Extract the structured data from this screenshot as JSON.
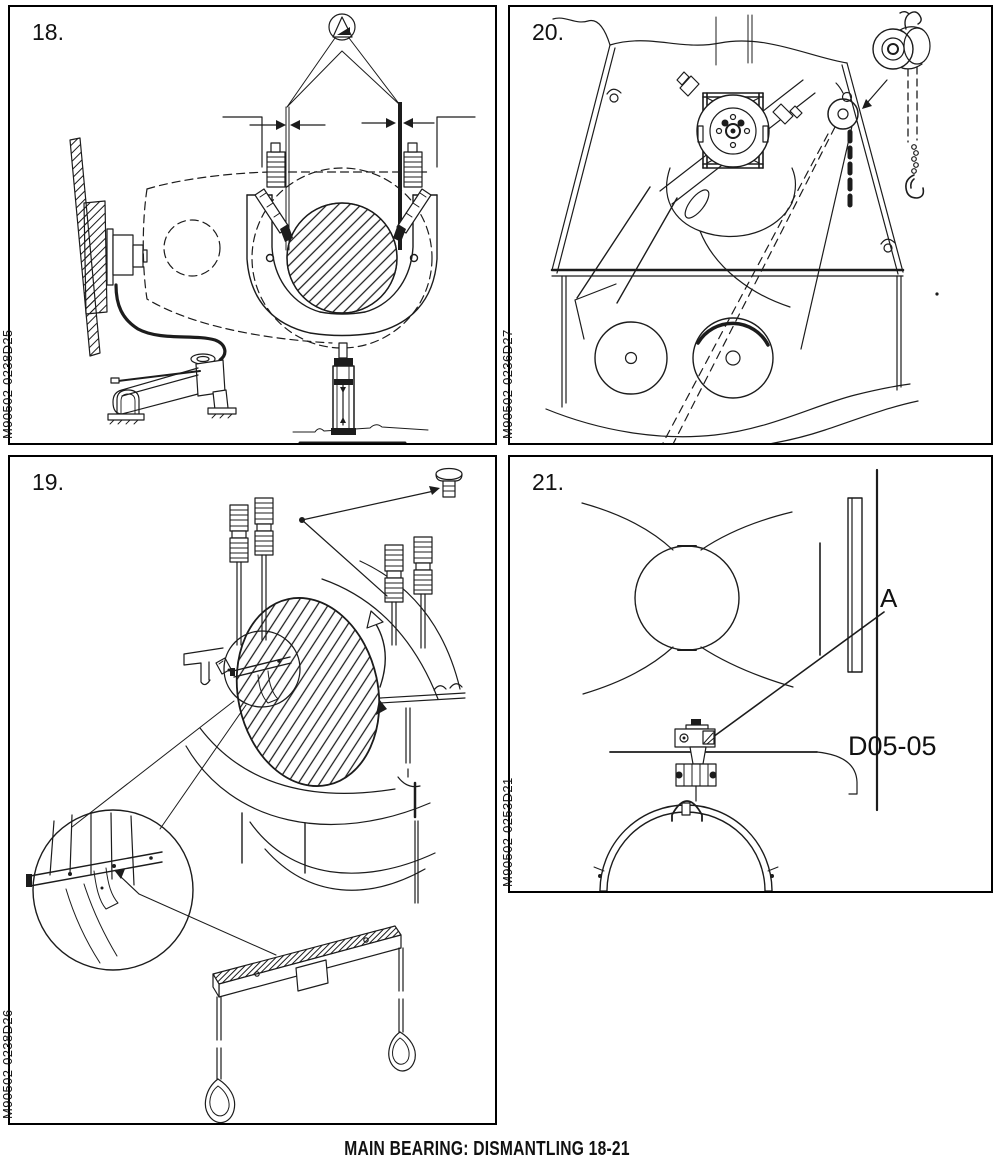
{
  "caption": "MAIN BEARING: DISMANTLING 18-21",
  "panels": {
    "p18": {
      "number": "18.",
      "code": "M90502-0238D25",
      "illustration": "main-bearing-jack-screws-hand-pump-and-hydraulic-jack"
    },
    "p19": {
      "number": "19.",
      "code": "M90502-0238D26",
      "illustration": "bearing-cap-with-hydraulic-jacks-shell-detail-and-lifting-beam"
    },
    "p20": {
      "number": "20.",
      "code": "M90502-0236D27",
      "illustration": "crankcase-with-chain-hoist-pulley-and-connecting-rod"
    },
    "p21": {
      "number": "21.",
      "code": "M90502-0253D21",
      "illustration": "bearing-shell-hanging-on-removal-tool",
      "labels": {
        "point": "A",
        "tool": "D05-05"
      }
    }
  }
}
